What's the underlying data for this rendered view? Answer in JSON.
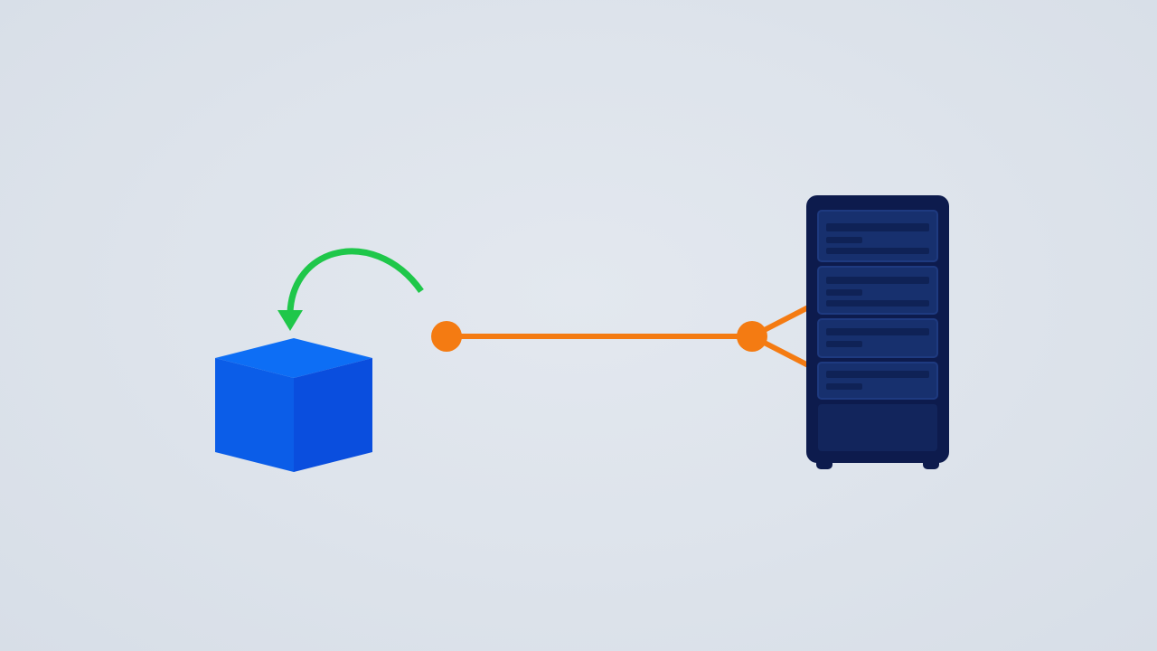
{
  "diagram": {
    "nodes": [
      {
        "id": "client",
        "icon": "cube-icon",
        "color": "#0b5de8"
      },
      {
        "id": "server",
        "icon": "server-rack-icon",
        "color": "#0d1b4d"
      }
    ],
    "edges": [
      {
        "from": "client",
        "to": "server",
        "color": "#f47b12",
        "style": "connector-with-dot-endpoints"
      }
    ],
    "annotations": [
      {
        "icon": "curved-return-arrow-icon",
        "color": "#1fc74a",
        "target": "client"
      }
    ],
    "server_units": 4,
    "colors": {
      "background": "#dde3eb",
      "cube_top": "#0d6ef5",
      "cube_left": "#0b5de8",
      "cube_right": "#0a4ede",
      "server_body": "#0d1b4d",
      "server_bay": "#17306e",
      "connector": "#f47b12",
      "arrow": "#1fc74a"
    }
  }
}
